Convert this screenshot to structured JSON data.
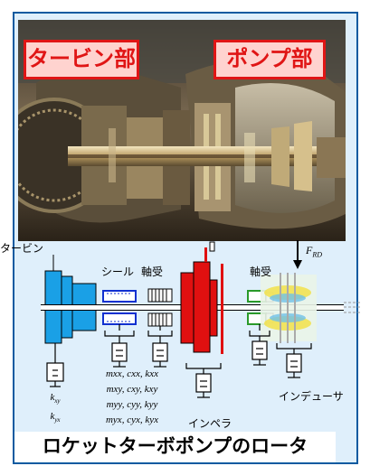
{
  "photo": {
    "turbine_label": "タービン部",
    "pump_label": "ポンプ部",
    "tag_color": "#e01515"
  },
  "diagram": {
    "turbine_label": "タービン",
    "seal_label": "シール",
    "bearing_label_1": "軸受",
    "bearing_label_2": "軸受",
    "force_label": "F",
    "force_subscript": "RD",
    "impeller_label": "インペラ",
    "inducer_label": "インデューサ",
    "left_coeffs": [
      "k",
      "k"
    ],
    "left_coeff_subs": [
      "xy",
      "yx"
    ],
    "matrix_rows": [
      "mxx, cxx, kxx",
      "mxy, cxy, kxy",
      "myy, cyy, kyy",
      "myx, cyx, kyx"
    ],
    "colors": {
      "turbine": "#1aa0e6",
      "impeller": "#e01010",
      "seal": "#1030d0",
      "bearing": "#2a9a2a",
      "inducer": "#f2e04a"
    }
  },
  "caption": "ロケットターボポンプのロータ"
}
